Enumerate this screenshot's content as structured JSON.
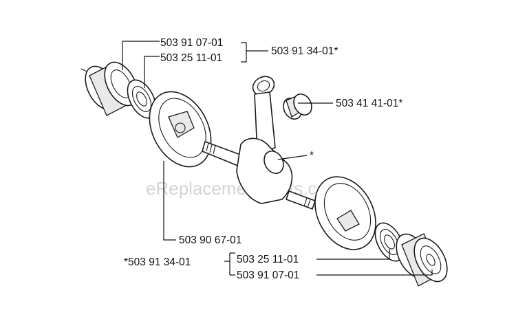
{
  "watermark": "eReplacementParts.com",
  "callouts": {
    "top_bearing_upper": "503 91 07-01",
    "top_bearing_lower": "503 25 11-01",
    "top_kit": "503 91 34-01*",
    "needle_bearing": "503 41 41-01*",
    "crankshaft": "*",
    "crankcase_half": "503 90 67-01",
    "bottom_kit": "*503 91 34-01",
    "bottom_bearing_upper": "503 25 11-01",
    "bottom_bearing_lower": "503 91 07-01"
  }
}
